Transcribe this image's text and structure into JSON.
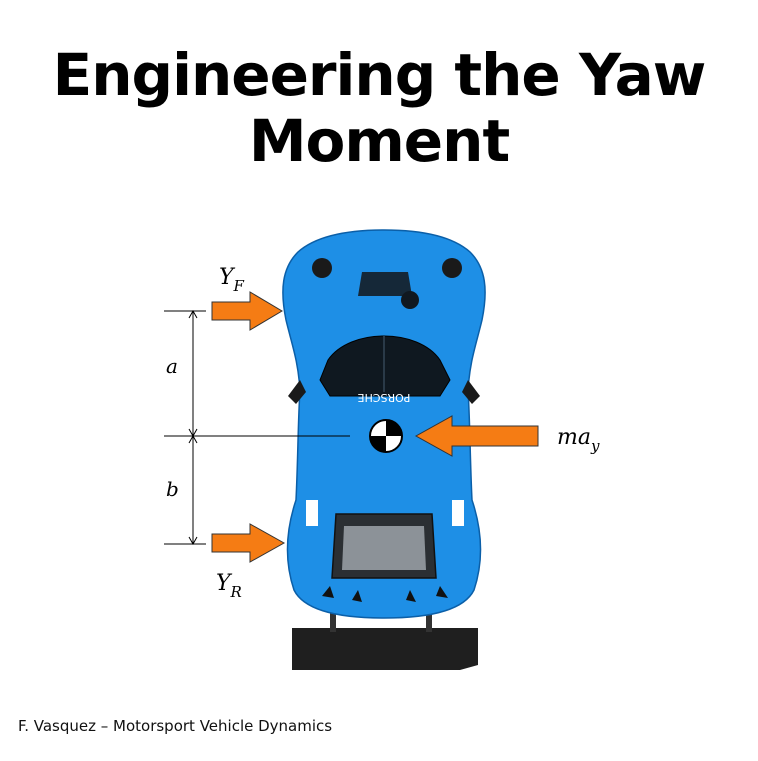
{
  "title": {
    "line1": "Engineering the Yaw",
    "line2": "Moment"
  },
  "diagram": {
    "front_force": {
      "symbol": "Y",
      "subscript": "F"
    },
    "rear_force": {
      "symbol": "Y",
      "subscript": "R"
    },
    "lateral_force": {
      "symbol": "ma",
      "subscript": "y"
    },
    "front_distance": "a",
    "rear_distance": "b",
    "car_brand_text": "PORSCHE",
    "arrow_color": "#f57c14",
    "car_color": "#1e8fe6"
  },
  "credit": "F. Vasquez – Motorsport Vehicle Dynamics"
}
